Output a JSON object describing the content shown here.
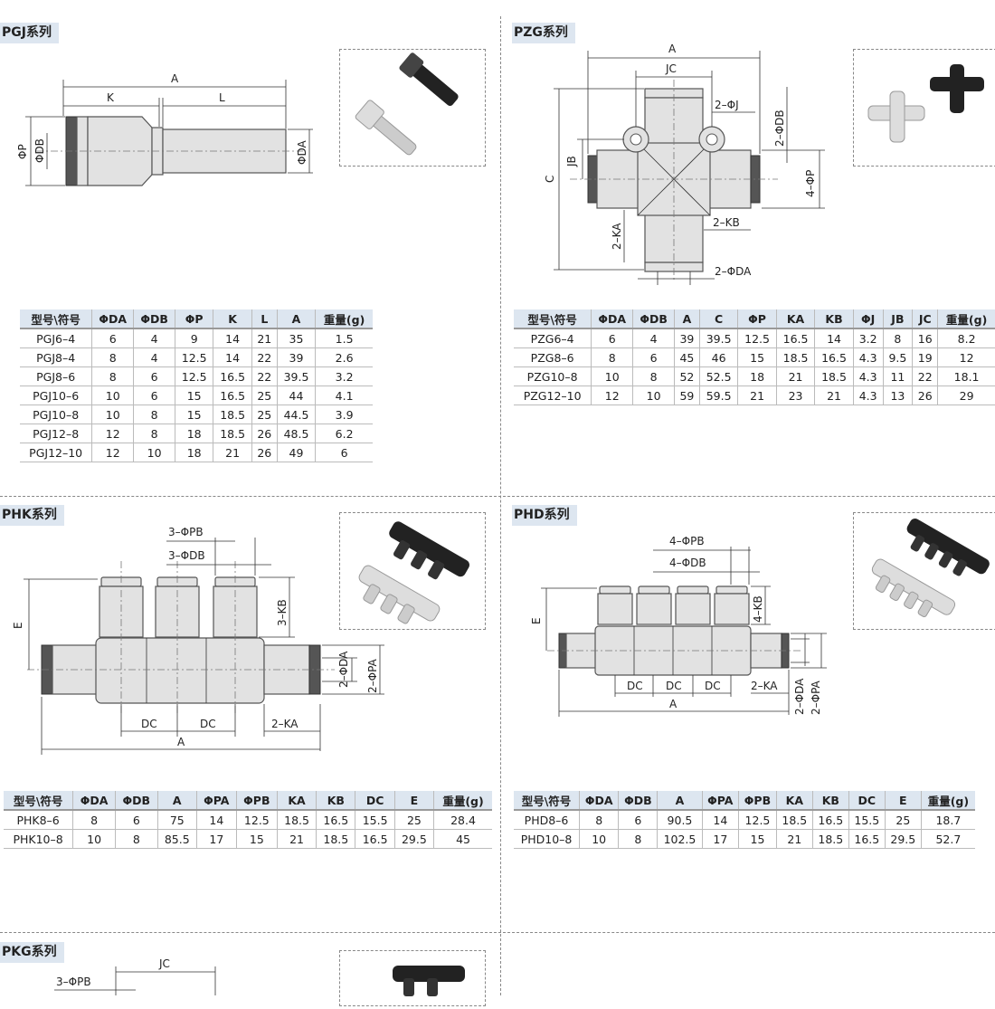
{
  "pgj": {
    "title": "PGJ系列",
    "labels": {
      "A": "A",
      "K": "K",
      "L": "L",
      "P": "ΦP",
      "DB": "ΦDB",
      "DA": "ΦDA"
    },
    "headers": [
      "型号\\符号",
      "ΦDA",
      "ΦDB",
      "ΦP",
      "K",
      "L",
      "A",
      "重量(g)"
    ],
    "rows": [
      [
        "PGJ6–4",
        "6",
        "4",
        "9",
        "14",
        "21",
        "35",
        "1.5"
      ],
      [
        "PGJ8–4",
        "8",
        "4",
        "12.5",
        "14",
        "22",
        "39",
        "2.6"
      ],
      [
        "PGJ8–6",
        "8",
        "6",
        "12.5",
        "16.5",
        "22",
        "39.5",
        "3.2"
      ],
      [
        "PGJ10–6",
        "10",
        "6",
        "15",
        "16.5",
        "25",
        "44",
        "4.1"
      ],
      [
        "PGJ10–8",
        "10",
        "8",
        "15",
        "18.5",
        "25",
        "44.5",
        "3.9"
      ],
      [
        "PGJ12–8",
        "12",
        "8",
        "18",
        "18.5",
        "26",
        "48.5",
        "6.2"
      ],
      [
        "PGJ12–10",
        "12",
        "10",
        "18",
        "21",
        "26",
        "49",
        "6"
      ]
    ]
  },
  "pzg": {
    "title": "PZG系列",
    "labels": {
      "A": "A",
      "JC": "JC",
      "J": "2–ΦJ",
      "DB": "2–ΦDB",
      "C": "C",
      "JB": "JB",
      "P": "4–ΦP",
      "KA": "2–KA",
      "KB": "2–KB",
      "DA": "2–ΦDA"
    },
    "headers": [
      "型号\\符号",
      "ΦDA",
      "ΦDB",
      "A",
      "C",
      "ΦP",
      "KA",
      "KB",
      "ΦJ",
      "JB",
      "JC",
      "重量(g)"
    ],
    "rows": [
      [
        "PZG6–4",
        "6",
        "4",
        "39",
        "39.5",
        "12.5",
        "16.5",
        "14",
        "3.2",
        "8",
        "16",
        "8.2"
      ],
      [
        "PZG8–6",
        "8",
        "6",
        "45",
        "46",
        "15",
        "18.5",
        "16.5",
        "4.3",
        "9.5",
        "19",
        "12"
      ],
      [
        "PZG10–8",
        "10",
        "8",
        "52",
        "52.5",
        "18",
        "21",
        "18.5",
        "4.3",
        "11",
        "22",
        "18.1"
      ],
      [
        "PZG12–10",
        "12",
        "10",
        "59",
        "59.5",
        "21",
        "23",
        "21",
        "4.3",
        "13",
        "26",
        "29"
      ]
    ]
  },
  "phk": {
    "title": "PHK系列",
    "labels": {
      "PB": "3–ΦPB",
      "DB": "3–ΦDB",
      "KB": "3–KB",
      "E": "E",
      "DA": "2–ΦDA",
      "PA": "2–ΦPA",
      "DC1": "DC",
      "DC2": "DC",
      "KA": "2–KA",
      "A": "A"
    },
    "headers": [
      "型号\\符号",
      "ΦDA",
      "ΦDB",
      "A",
      "ΦPA",
      "ΦPB",
      "KA",
      "KB",
      "DC",
      "E",
      "重量(g)"
    ],
    "rows": [
      [
        "PHK8–6",
        "8",
        "6",
        "75",
        "14",
        "12.5",
        "18.5",
        "16.5",
        "15.5",
        "25",
        "28.4"
      ],
      [
        "PHK10–8",
        "10",
        "8",
        "85.5",
        "17",
        "15",
        "21",
        "18.5",
        "16.5",
        "29.5",
        "45"
      ]
    ]
  },
  "phd": {
    "title": "PHD系列",
    "labels": {
      "PB": "4–ΦPB",
      "DB": "4–ΦDB",
      "KB": "4–KB",
      "E": "E",
      "DC1": "DC",
      "DC2": "DC",
      "DC3": "DC",
      "KA": "2–KA",
      "A": "A",
      "DA": "2–ΦDA",
      "PA": "2–ΦPA"
    },
    "headers": [
      "型号\\符号",
      "ΦDA",
      "ΦDB",
      "A",
      "ΦPA",
      "ΦPB",
      "KA",
      "KB",
      "DC",
      "E",
      "重量(g)"
    ],
    "rows": [
      [
        "PHD8–6",
        "8",
        "6",
        "90.5",
        "14",
        "12.5",
        "18.5",
        "16.5",
        "15.5",
        "25",
        "18.7"
      ],
      [
        "PHD10–8",
        "10",
        "8",
        "102.5",
        "17",
        "15",
        "21",
        "18.5",
        "16.5",
        "29.5",
        "52.7"
      ]
    ]
  },
  "pkg": {
    "title": "PKG系列",
    "labels": {
      "JC": "JC",
      "PB": "3–ΦPB"
    }
  }
}
